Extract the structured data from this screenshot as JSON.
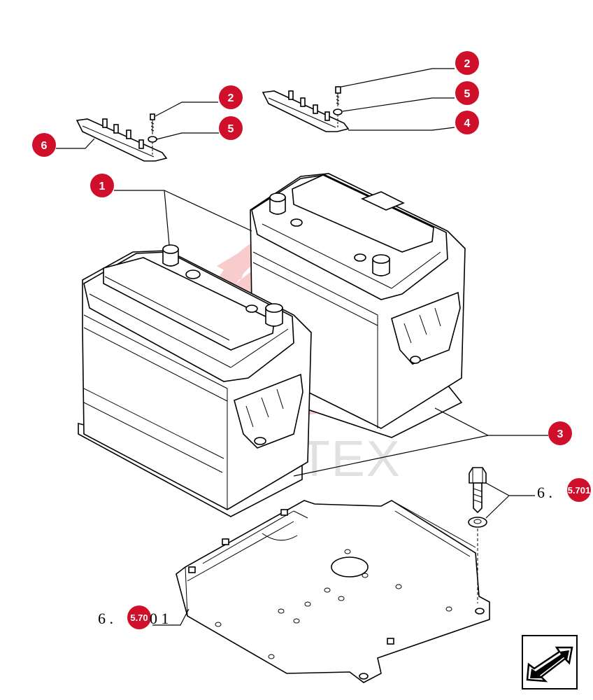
{
  "callouts": [
    {
      "id": "c1",
      "label": "1"
    },
    {
      "id": "c2a",
      "label": "2"
    },
    {
      "id": "c2b",
      "label": "2"
    },
    {
      "id": "c3",
      "label": "3"
    },
    {
      "id": "c4",
      "label": "4"
    },
    {
      "id": "c5a",
      "label": "5"
    },
    {
      "id": "c5b",
      "label": "5"
    },
    {
      "id": "c6",
      "label": "6"
    }
  ],
  "references": {
    "bolt_ref": {
      "prefix": "6 .",
      "badge": "5.701"
    },
    "plate_ref": {
      "prefix": "6 .",
      "badge": "5.70",
      "suffix": "0 1"
    }
  },
  "watermark": {
    "text": "ИНТЕХ"
  },
  "colors": {
    "callout": "#d0102a",
    "watermark": "#e84a4a"
  },
  "nav_icon": "next-page-arrow-icon"
}
